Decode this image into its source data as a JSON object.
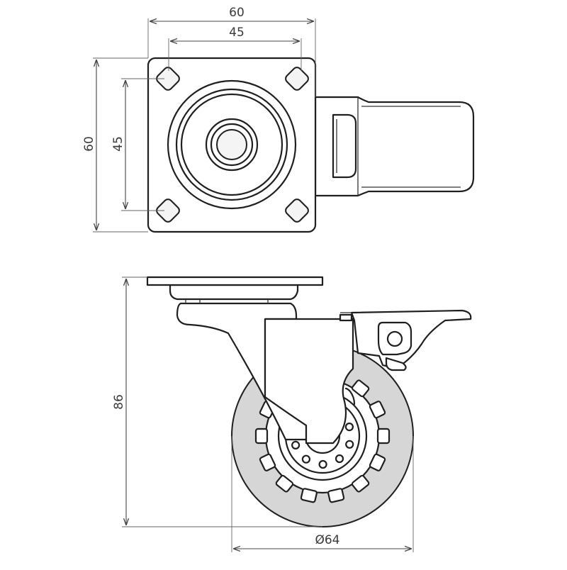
{
  "dimensions": {
    "top_width_outer": "60",
    "top_width_holes": "45",
    "side_height_outer": "60",
    "side_height_holes": "45",
    "total_height": "86",
    "wheel_diameter": "Ø64"
  }
}
